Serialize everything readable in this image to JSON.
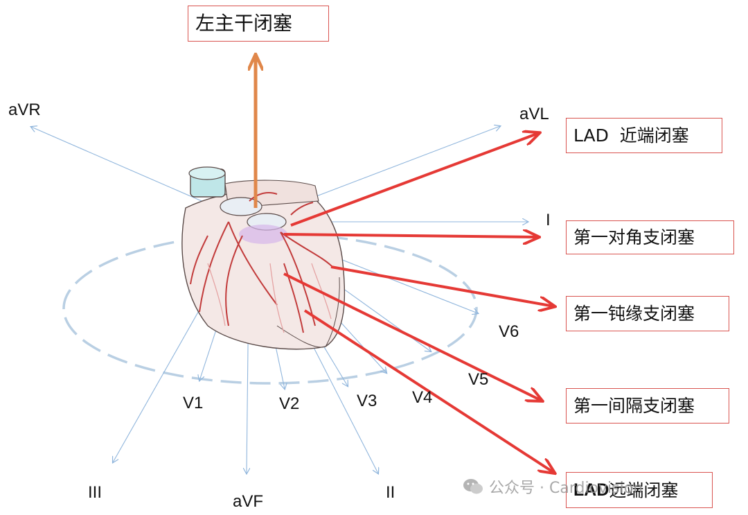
{
  "leads": {
    "avr": "aVR",
    "avl": "aVL",
    "i": "I",
    "ii": "II",
    "iii": "III",
    "avf": "aVF",
    "v1": "V1",
    "v2": "V2",
    "v3": "V3",
    "v4": "V4",
    "v5": "V5",
    "v6": "V6"
  },
  "labels": {
    "left_main": "左主干闭塞",
    "lad_proximal": "LAD  近端闭塞",
    "first_diagonal": "第一对角支闭塞",
    "first_obtuse_marginal": "第一钝缘支闭塞",
    "first_septal": "第一间隔支闭塞",
    "lad_distal_prefix": "LAD",
    "lad_distal_suffix": "远端闭塞"
  },
  "watermark": {
    "text": "公众号 · Cardiovision"
  },
  "colors": {
    "lead_axis": "#8fb5dc",
    "occlusion_arrow": "#e53935",
    "left_main_arrow": "#e0874a",
    "label_border": "#d9534f",
    "horizontal_ellipse": "#b9cfe3"
  }
}
